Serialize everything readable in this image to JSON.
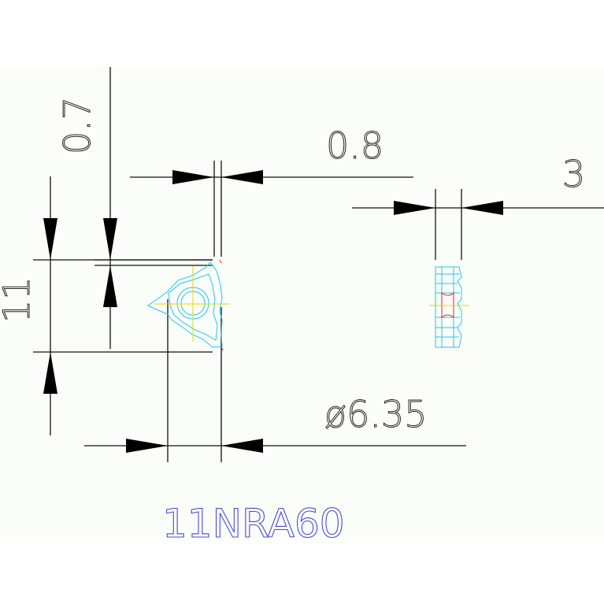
{
  "drawing": {
    "background": "#fbfdf8",
    "dimensions": {
      "radius_07": "0.7",
      "width_08": "0.8",
      "thickness_3": "3",
      "size_11": "11",
      "hole_635": "ø6.35"
    },
    "part_label": "11NRA60",
    "colors": {
      "dimension": "#111111",
      "outline": "#1ec8f0",
      "centerline": "#e6d800",
      "section": "#e02020",
      "label": "#4a4ad8"
    }
  }
}
